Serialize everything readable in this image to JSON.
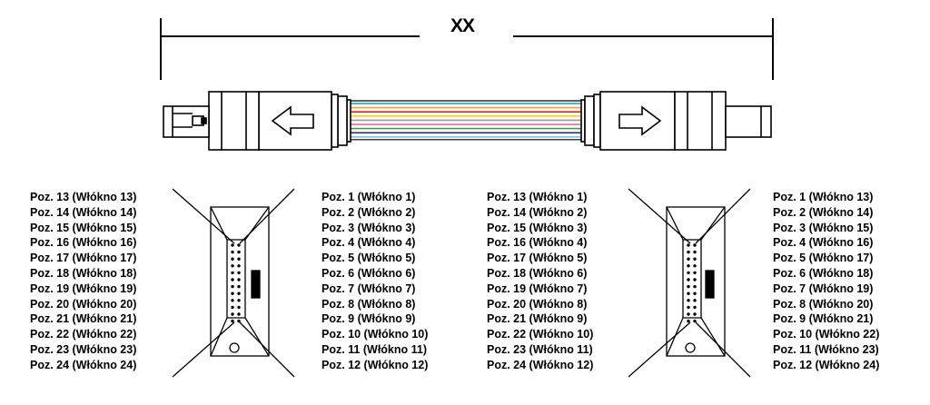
{
  "dimension_label": "XX",
  "colors": {
    "line": "#000000",
    "fibers": [
      "#00a0c8",
      "#f0a030",
      "#e02020",
      "#ffd000",
      "#9a9a9a",
      "#e060a0",
      "#40a040",
      "#303090",
      "#80c0e0"
    ]
  },
  "icons": {
    "left_connector_arrow": "arrow-left-icon",
    "right_connector_arrow": "arrow-right-icon"
  },
  "left_pinout": {
    "left_labels": [
      "Poz. 13 (Włókno 13)",
      "Poz. 14 (Włókno 14)",
      "Poz. 15 (Włókno 15)",
      "Poz. 16 (Włókno 16)",
      "Poz. 17 (Włókno 17)",
      "Poz. 18 (Włókno 18)",
      "Poz. 19 (Włókno 19)",
      "Poz. 20 (Włókno 20)",
      "Poz. 21 (Włókno 21)",
      "Poz. 22 (Włókno 22)",
      "Poz. 23 (Włókno 23)",
      "Poz. 24 (Włókno 24)"
    ],
    "right_labels": [
      "Poz. 1 (Włókno 1)",
      "Poz. 2 (Włókno 2)",
      "Poz. 3 (Włókno 3)",
      "Poz. 4 (Włókno 4)",
      "Poz. 5 (Włókno 5)",
      "Poz. 6 (Włókno 6)",
      "Poz. 7 (Włókno 7)",
      "Poz. 8 (Włókno 8)",
      "Poz. 9 (Włókno 9)",
      "Poz. 10 (Włókno 10)",
      "Poz. 11 (Włókno 11)",
      "Poz. 12 (Włókno 12)"
    ]
  },
  "right_pinout": {
    "left_labels": [
      "Poz. 13 (Włókno 1)",
      "Poz. 14 (Włókno 2)",
      "Poz. 15 (Włókno 3)",
      "Poz. 16 (Włókno 4)",
      "Poz. 17 (Włókno 5)",
      "Poz. 18 (Włókno 6)",
      "Poz. 19 (Włókno 7)",
      "Poz. 20 (Włókno 8)",
      "Poz. 21 (Włókno 9)",
      "Poz. 22 (Włókno 10)",
      "Poz. 23 (Włókno 11)",
      "Poz. 24 (Włókno 12)"
    ],
    "right_labels": [
      "Poz. 1 (Włókno 13)",
      "Poz. 2 (Włókno 14)",
      "Poz. 3 (Włókno 15)",
      "Poz. 4 (Włókno 16)",
      "Poz. 5 (Włókno 17)",
      "Poz. 6 (Włókno 18)",
      "Poz. 7 (Włókno 19)",
      "Poz. 8 (Włókno 20)",
      "Poz. 9 (Włókno 21)",
      "Poz. 10 (Włókno 22)",
      "Poz. 11 (Włókno 23)",
      "Poz. 12 (Włókno 24)"
    ]
  }
}
